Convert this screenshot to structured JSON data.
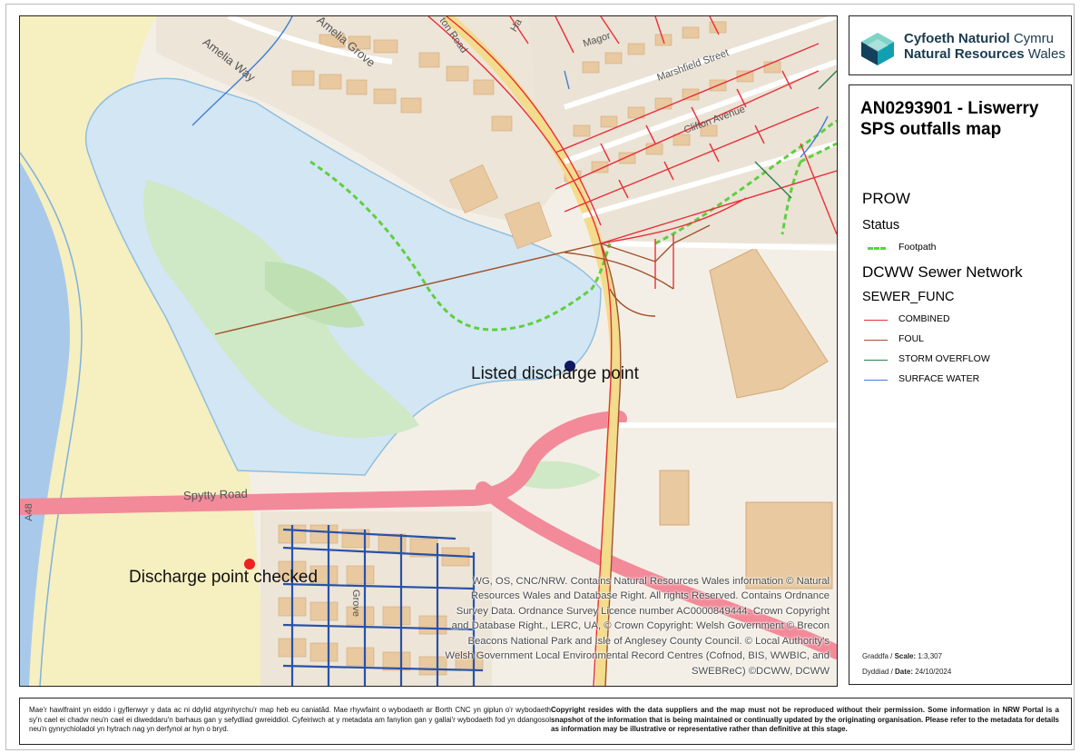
{
  "map": {
    "labels": {
      "listed_discharge": "Listed discharge point",
      "checked_discharge": "Discharge point checked"
    },
    "road_labels": {
      "spytty_road": "Spytty Road",
      "a48": "A48",
      "amelia_way": "Amelia Way",
      "amelia_grove": "Amelia Grove",
      "marshfield_street": "Marshfield Street",
      "magor": "Magor",
      "clifton_avenue": "Clifton Avenue",
      "ton_road": "ton Road",
      "road_partial": "Ha",
      "grove_partial": "Grove"
    },
    "copyright": "WG, OS, CNC/NRW. Contains Natural Resources Wales information © Natural Resources Wales and Database Right. All rights Reserved. Contains Ordnance Survey Data. Ordnance Survey Licence number AC0000849444. Crown Copyright and Database Right., LERC, UA, © Crown Copyright: Welsh Government © Brecon Beacons National Park and Isle of Anglesey County Council. © Local Authority's Welsh Government Local Environmental Record Centres (Cofnod, BIS, WWBIC, and SWEBReC) ©DCWW, DCWW",
    "colors": {
      "combined": "#e8303a",
      "foul": "#a0522d",
      "storm_overflow": "#2e7d4f",
      "surface_water": "#3f7fd4",
      "footpath": "#5fcf3f",
      "listed_point": "#101860",
      "checked_point": "#ee2222"
    }
  },
  "logo": {
    "line1_bold": "Cyfoeth Naturiol",
    "line1_light": " Cymru",
    "line2_bold": "Natural Resources",
    "line2_light": " Wales"
  },
  "legend": {
    "title": "AN0293901 - Liswerry SPS outfalls map",
    "prow": "PROW",
    "status": "Status",
    "footpath": "Footpath",
    "dcww": "DCWW Sewer Network",
    "sewer_func": "SEWER_FUNC",
    "combined": "COMBINED",
    "foul": "FOUL",
    "storm_overflow": "STORM OVERFLOW",
    "surface_water": "SURFACE WATER",
    "scale_label": "Graddfa / ",
    "scale_bold": "Scale:",
    "scale_value": " 1:3,307",
    "date_label": "Dyddiad / ",
    "date_bold": "Date:",
    "date_value": " 24/10/2024"
  },
  "footer": {
    "left": "Mae'r hawlfraint yn eiddo i gyflenwyr y data ac ni ddylid atgynhyrchu'r map heb eu caniatâd. Mae rhywfaint o wybodaeth ar Borth CNC yn giplun o'r wybodaeth sy'n cael ei chadw neu'n cael ei diweddaru'n barhaus gan y sefydliad gwreiddiol. Cyfeiriwch at y metadata am fanylion gan y gallai'r wybodaeth fod yn ddangosol neu'n gynrychioladol yn hytrach nag yn derfynol ar hyn o bryd.",
    "right": "Copyright resides with the data suppliers and the map must not be reproduced without their permission. Some information in NRW Portal is a snapshot of the information that is being maintained or continually updated by the originating organisation. Please refer to the metadata for details as information may be illustrative or representative rather than definitive at this stage."
  }
}
